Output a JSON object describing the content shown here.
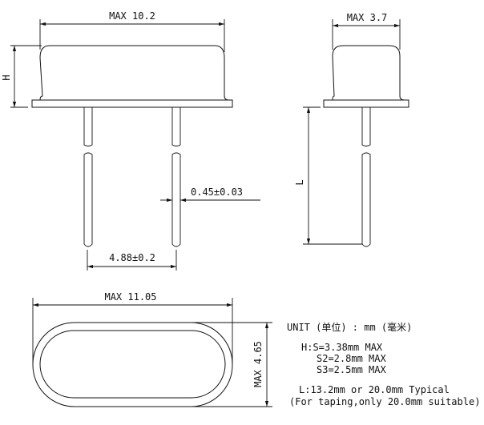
{
  "front_view": {
    "width_label": "MAX 10.2",
    "height_label": "H",
    "lead_diameter_label": "0.45±0.03",
    "lead_pitch_label": "4.88±0.2"
  },
  "side_view": {
    "width_label": "MAX 3.7",
    "lead_length_label": "L"
  },
  "bottom_view": {
    "length_label": "MAX 11.05",
    "width_label": "MAX 4.65"
  },
  "notes": {
    "unit": "UNIT (单位) : mm (毫米)",
    "h_s": "H:S=3.38mm MAX",
    "h_s2": "S2=2.8mm MAX",
    "h_s3": "S3=2.5mm MAX",
    "l_typical": "L:13.2mm or 20.0mm Typical",
    "l_taping": "(For taping,only 20.0mm suitable)"
  }
}
